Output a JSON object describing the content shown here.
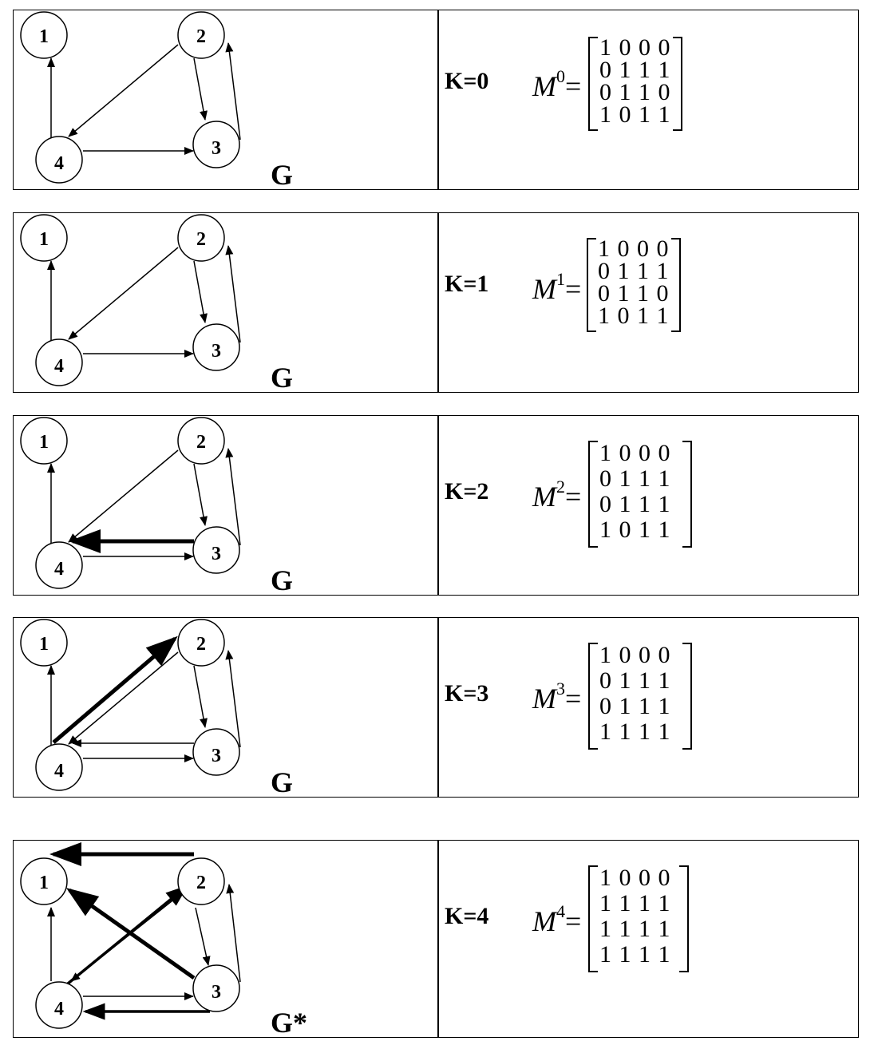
{
  "panels": [
    {
      "k_label": "K=0",
      "matrix_symbol": "M",
      "matrix_exponent": "0",
      "equals": "=",
      "matrix_rows": [
        "1 0 0 0",
        "0 1 1 1",
        "0 1 1 0",
        "1 0 1 1"
      ],
      "graph_label": "G",
      "nodes": [
        "1",
        "2",
        "3",
        "4"
      ],
      "highlighted_edges": []
    },
    {
      "k_label": "K=1",
      "matrix_symbol": "M",
      "matrix_exponent": "1",
      "equals": "=",
      "matrix_rows": [
        "1 0 0 0",
        "0 1 1 1",
        "0 1 1 0",
        "1 0 1 1"
      ],
      "graph_label": "G",
      "nodes": [
        "1",
        "2",
        "3",
        "4"
      ],
      "highlighted_edges": []
    },
    {
      "k_label": "K=2",
      "matrix_symbol": "M",
      "matrix_exponent": "2",
      "equals": "=",
      "matrix_rows": [
        "1 0 0 0",
        "0 1 1 1",
        "0 1 1 1",
        "1 0 1 1"
      ],
      "graph_label": "G",
      "nodes": [
        "1",
        "2",
        "3",
        "4"
      ],
      "highlighted_edges": [
        "3->4"
      ]
    },
    {
      "k_label": "K=3",
      "matrix_symbol": "M",
      "matrix_exponent": "3",
      "equals": "=",
      "matrix_rows": [
        "1 0 0 0",
        "0 1 1 1",
        "0 1 1 1",
        "1 1 1 1"
      ],
      "graph_label": "G",
      "nodes": [
        "1",
        "2",
        "3",
        "4"
      ],
      "highlighted_edges": [
        "3->4",
        "4->2"
      ]
    },
    {
      "k_label": "K=4",
      "matrix_symbol": "M",
      "matrix_exponent": "4",
      "equals": "=",
      "matrix_rows": [
        "1 0 0 0",
        "1 1 1 1",
        "1 1 1 1",
        "1 1 1 1"
      ],
      "graph_label": "G*",
      "nodes": [
        "1",
        "2",
        "3",
        "4"
      ],
      "highlighted_edges": [
        "2->1",
        "3->1",
        "4->2",
        "3->4"
      ]
    }
  ]
}
